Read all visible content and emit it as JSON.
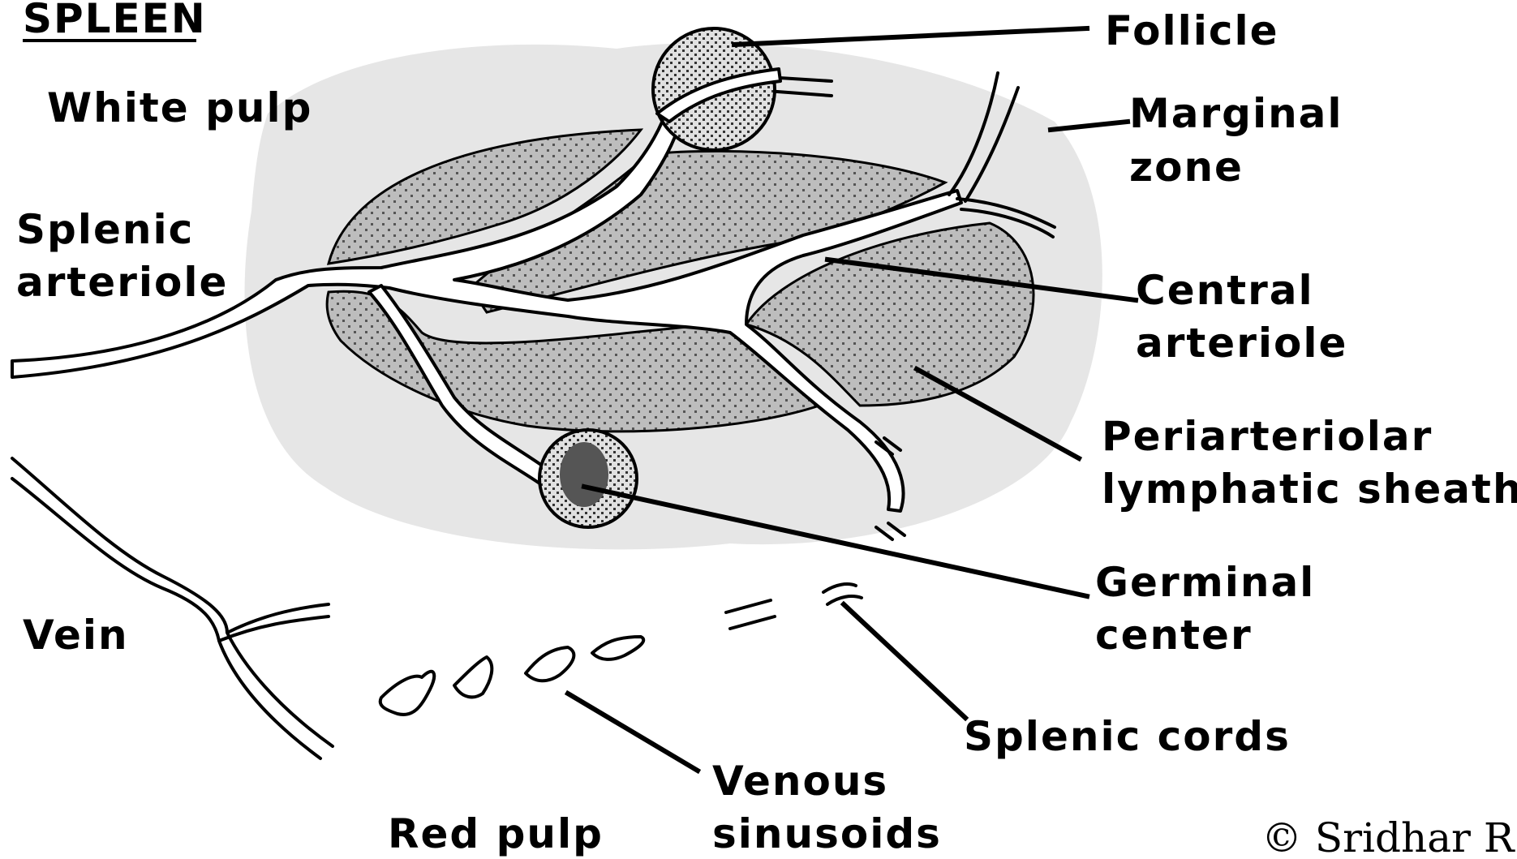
{
  "title": "SPLEEN",
  "labels": {
    "white_pulp": "White pulp",
    "follicle": "Follicle",
    "marginal_zone_1": "Marginal",
    "marginal_zone_2": "zone",
    "splenic_arteriole_1": "Splenic",
    "splenic_arteriole_2": "arteriole",
    "central_arteriole_1": "Central",
    "central_arteriole_2": "arteriole",
    "pals_1": "Periarteriolar",
    "pals_2": "lymphatic sheath",
    "germinal_center_1": "Germinal",
    "germinal_center_2": "center",
    "vein": "Vein",
    "splenic_cords": "Splenic cords",
    "venous_sinusoids_1": "Venous",
    "venous_sinusoids_2": "sinusoids",
    "red_pulp": "Red pulp"
  },
  "credit": "© Sridhar Rao",
  "colors": {
    "marginal_zone": "#e6e6e6",
    "pals": "#bdbdbd",
    "follicle": "#d9d9d9",
    "germinal_center": "#555555",
    "line": "#000000"
  }
}
